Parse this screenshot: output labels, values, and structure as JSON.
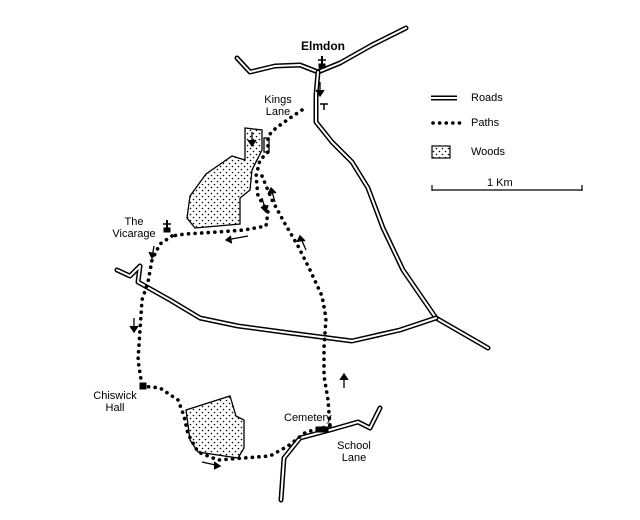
{
  "places": {
    "elmdon": "Elmdon",
    "kings_lane": "Kings\nLane",
    "the_vicarage": "The\nVicarage",
    "chiswick_hall": "Chiswick\nHall",
    "cemetery": "Cemetery",
    "school_lane": "School\nLane"
  },
  "legend": {
    "roads": "Roads",
    "paths": "Paths",
    "woods": "Woods"
  },
  "scale": {
    "label": "1 Km"
  },
  "colors": {
    "ink": "#000000",
    "paper": "#ffffff"
  }
}
